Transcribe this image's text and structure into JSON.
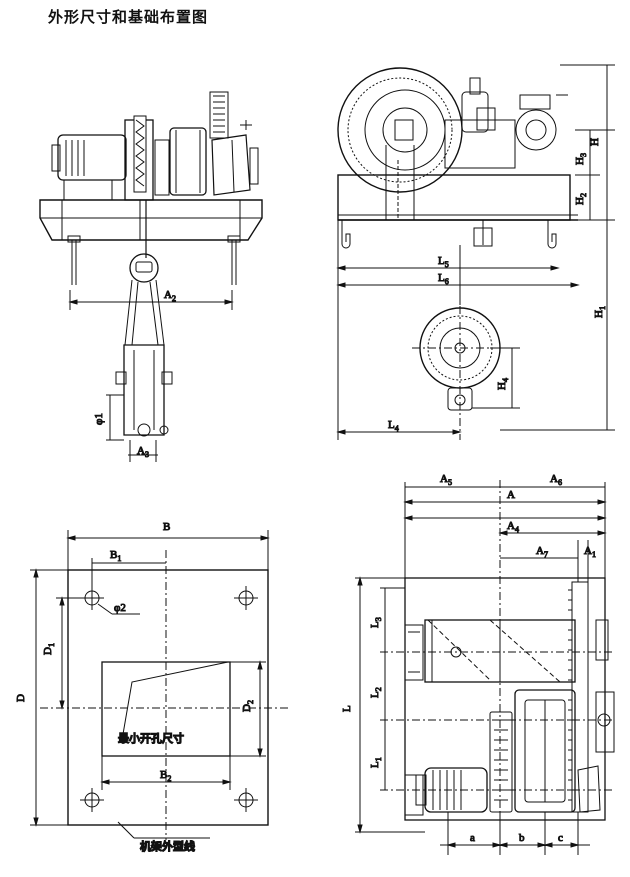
{
  "title": "外形尺寸和基础布置图",
  "front_view": {
    "labels": {
      "a2": "A",
      "a2_sub": "2",
      "phi1": "φ1",
      "a3": "A",
      "a3_sub": "3"
    }
  },
  "side_view": {
    "labels": {
      "h": "H",
      "h3": "H",
      "h3_sub": "3",
      "h2": "H",
      "h2_sub": "2",
      "h1": "H",
      "h1_sub": "1",
      "h4": "H",
      "h4_sub": "4",
      "l5": "L",
      "l5_sub": "5",
      "l6": "L",
      "l6_sub": "6",
      "l4": "L",
      "l4_sub": "4"
    }
  },
  "foundation_view": {
    "labels": {
      "b": "B",
      "b1": "B",
      "b1_sub": "1",
      "b2": "B",
      "b2_sub": "2",
      "d": "D",
      "d1": "D",
      "d1_sub": "1",
      "d2": "D",
      "d2_sub": "2",
      "phi2": "φ2",
      "min_opening": "最小开孔尺寸",
      "frame_outline": "机架外型线"
    }
  },
  "plan_view": {
    "labels": {
      "a5": "A",
      "a5_sub": "5",
      "a6": "A",
      "a6_sub": "6",
      "a": "A",
      "a4": "A",
      "a4_sub": "4",
      "a7": "A",
      "a7_sub": "7",
      "a1": "A",
      "a1_sub": "1",
      "l": "L",
      "l1": "L",
      "l1_sub": "1",
      "l2": "L",
      "l2_sub": "2",
      "l3": "L",
      "l3_sub": "3",
      "dim_a": "a",
      "dim_b": "b",
      "dim_c": "c"
    }
  },
  "colors": {
    "ink": "#111111",
    "background": "#ffffff"
  }
}
